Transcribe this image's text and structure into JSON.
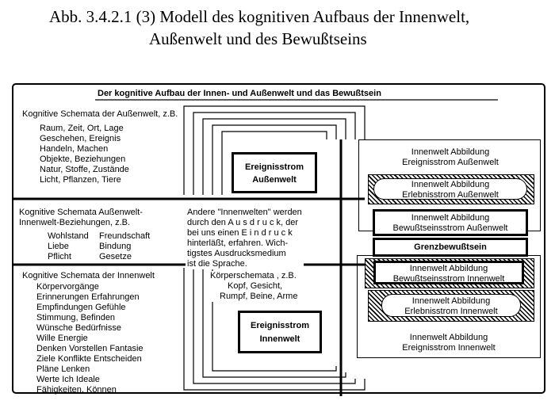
{
  "figure_title_line1": "Abb. 3.4.2.1 (3)  Modell des kognitiven Aufbaus der Innenwelt,",
  "figure_title_line2": "Außenwelt und des Bewußtseins",
  "diagram_title": "Der kognitive Aufbau der Innen- und Außenwelt und das Bewußtsein",
  "aussenwelt_schemata": {
    "heading": "Kognitive Schemata der Außenwelt, z.B.",
    "items": [
      "Raum, Zeit, Ort, Lage",
      "Geschehen, Ereignis",
      "Handeln, Machen",
      "Objekte, Beziehungen",
      "Natur, Stoffe, Zustände",
      "Licht, Pflanzen, Tiere"
    ]
  },
  "ereignisstrom_aussenwelt": {
    "line1": "Ereignisstrom",
    "line2": "Außenwelt"
  },
  "beziehungen": {
    "heading_line1": "Kognitive Schemata Außenwelt-",
    "heading_line2": "Innenwelt-Beziehungen, z.B.",
    "col1": [
      "Wohlstand",
      "Liebe",
      "Pflicht"
    ],
    "col2": [
      "Freundschaft",
      "Bindung",
      "Gesetze"
    ]
  },
  "andere_innenwelten": [
    "Andere \"Innenwelten\" werden",
    "durch den A u s d r u c k, der",
    "bei uns einen E i n d r u c k",
    "hinterläßt, erfahren. Wich-",
    "tigstes Ausdrucksmedium",
    "ist die Sprache."
  ],
  "innenwelt_schemata": {
    "heading": "Kognitive Schemata der Innenwelt",
    "items": [
      "Körpervorgänge",
      "Erinnerungen Erfahrungen",
      "Empfindungen Gefühle",
      "Stimmung, Befinden",
      "Wünsche Bedürfnisse",
      "Wille Energie",
      "Denken Vorstellen Fantasie",
      "Ziele Konflikte Entscheiden",
      "Pläne Lenken",
      "Werte Ich Ideale",
      "Fähigkeiten, Können"
    ]
  },
  "koerperschemata": {
    "heading": "Körperschemata  , z.B.",
    "line1": "Kopf, Gesicht,",
    "line2": "Rumpf, Beine, Arme"
  },
  "ereignisstrom_innenwelt": {
    "line1": "Ereignisstrom",
    "line2": "Innenwelt"
  },
  "right_column": {
    "box1": {
      "line1": "Innenwelt  Abbildung",
      "line2": "Ereignisstrom  Außenwelt"
    },
    "box2": {
      "line1": "Innenwelt  Abbildung",
      "line2": "Erlebnisstrom  Außenwelt"
    },
    "box3": {
      "line1": "Innenwelt   Abbildung",
      "line2": "Bewußtseinsstrom Außenwelt"
    },
    "grenz": "Grenzbewußtsein",
    "box4": {
      "line1": "Innenwelt  Abbildung",
      "line2": "Bewußtseinsstrom Innenwelt"
    },
    "box5": {
      "line1": "Innenwelt Abbildung",
      "line2": "Erlebnisstrom   Innenwelt"
    },
    "box6": {
      "line1": "Innenwelt  Abbildung",
      "line2": "Ereignisstrom  Innenwelt"
    }
  }
}
